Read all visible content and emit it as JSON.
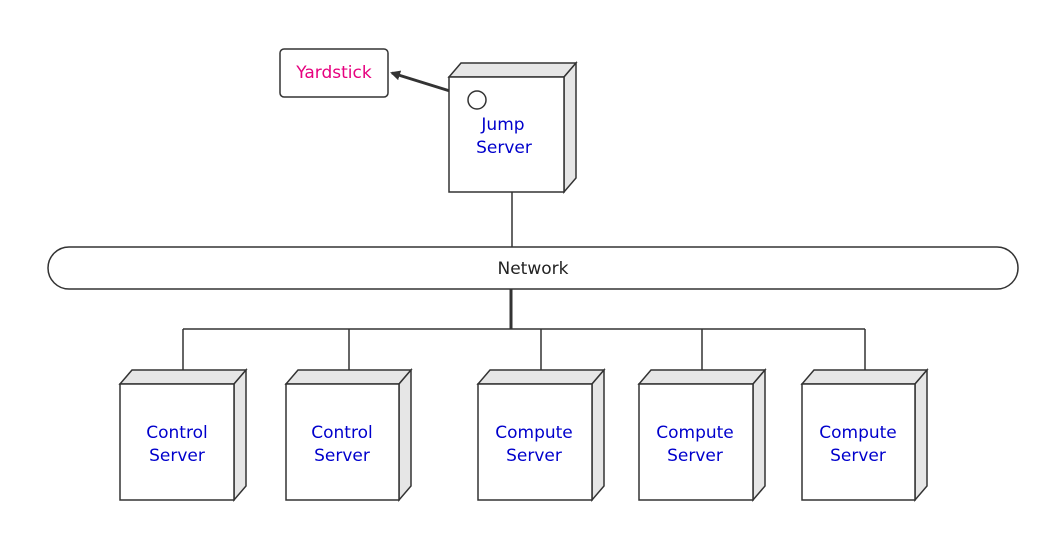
{
  "yardstick": {
    "label": "Yardstick",
    "color": "#e6007e"
  },
  "jump_server": {
    "lines": [
      "Jump",
      "Server"
    ],
    "color": "#0000cc"
  },
  "network": {
    "label": "Network",
    "color": "#222222"
  },
  "servers": [
    {
      "lines": [
        "Control",
        "Server"
      ]
    },
    {
      "lines": [
        "Control",
        "Server"
      ]
    },
    {
      "lines": [
        "Compute",
        "Server"
      ]
    },
    {
      "lines": [
        "Compute",
        "Server"
      ]
    },
    {
      "lines": [
        "Compute",
        "Server"
      ]
    }
  ],
  "colors": {
    "line": "#333333",
    "box_side": "#e6e6e6",
    "box_front": "#ffffff",
    "server_text": "#0000cc"
  }
}
